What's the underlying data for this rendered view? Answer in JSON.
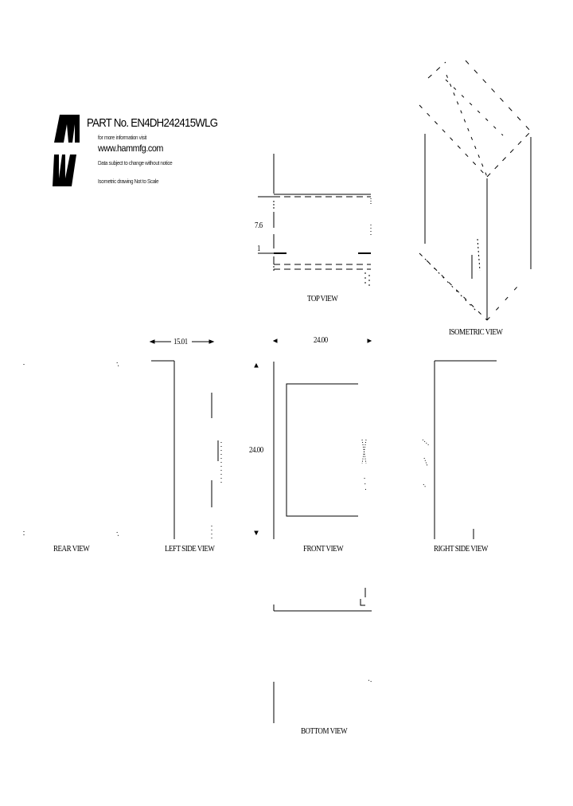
{
  "title_block": {
    "part_no": "PART No. EN4DH242415WLG",
    "info_line": "for more information visit",
    "url": "www.hammfg.com",
    "notice": "Data subject to change without notice",
    "scale_note": "Isometric drawing Not to Scale",
    "logo": "hammond-logo-icon"
  },
  "views": {
    "top": {
      "label": "TOP VIEW",
      "dims": [
        "7.6",
        "1"
      ]
    },
    "isometric": {
      "label": "ISOMETRIC VIEW"
    },
    "rear": {
      "label": "REAR VIEW"
    },
    "left_side": {
      "label": "LEFT SIDE VIEW",
      "dim_width": "15.01"
    },
    "front": {
      "label": "FRONT VIEW",
      "dim_width": "24.00",
      "dim_height": "24.00"
    },
    "right_side": {
      "label": "RIGHT SIDE VIEW"
    },
    "bottom": {
      "label": "BOTTOM VIEW"
    }
  },
  "colors": {
    "line": "#000000",
    "background": "#ffffff"
  }
}
